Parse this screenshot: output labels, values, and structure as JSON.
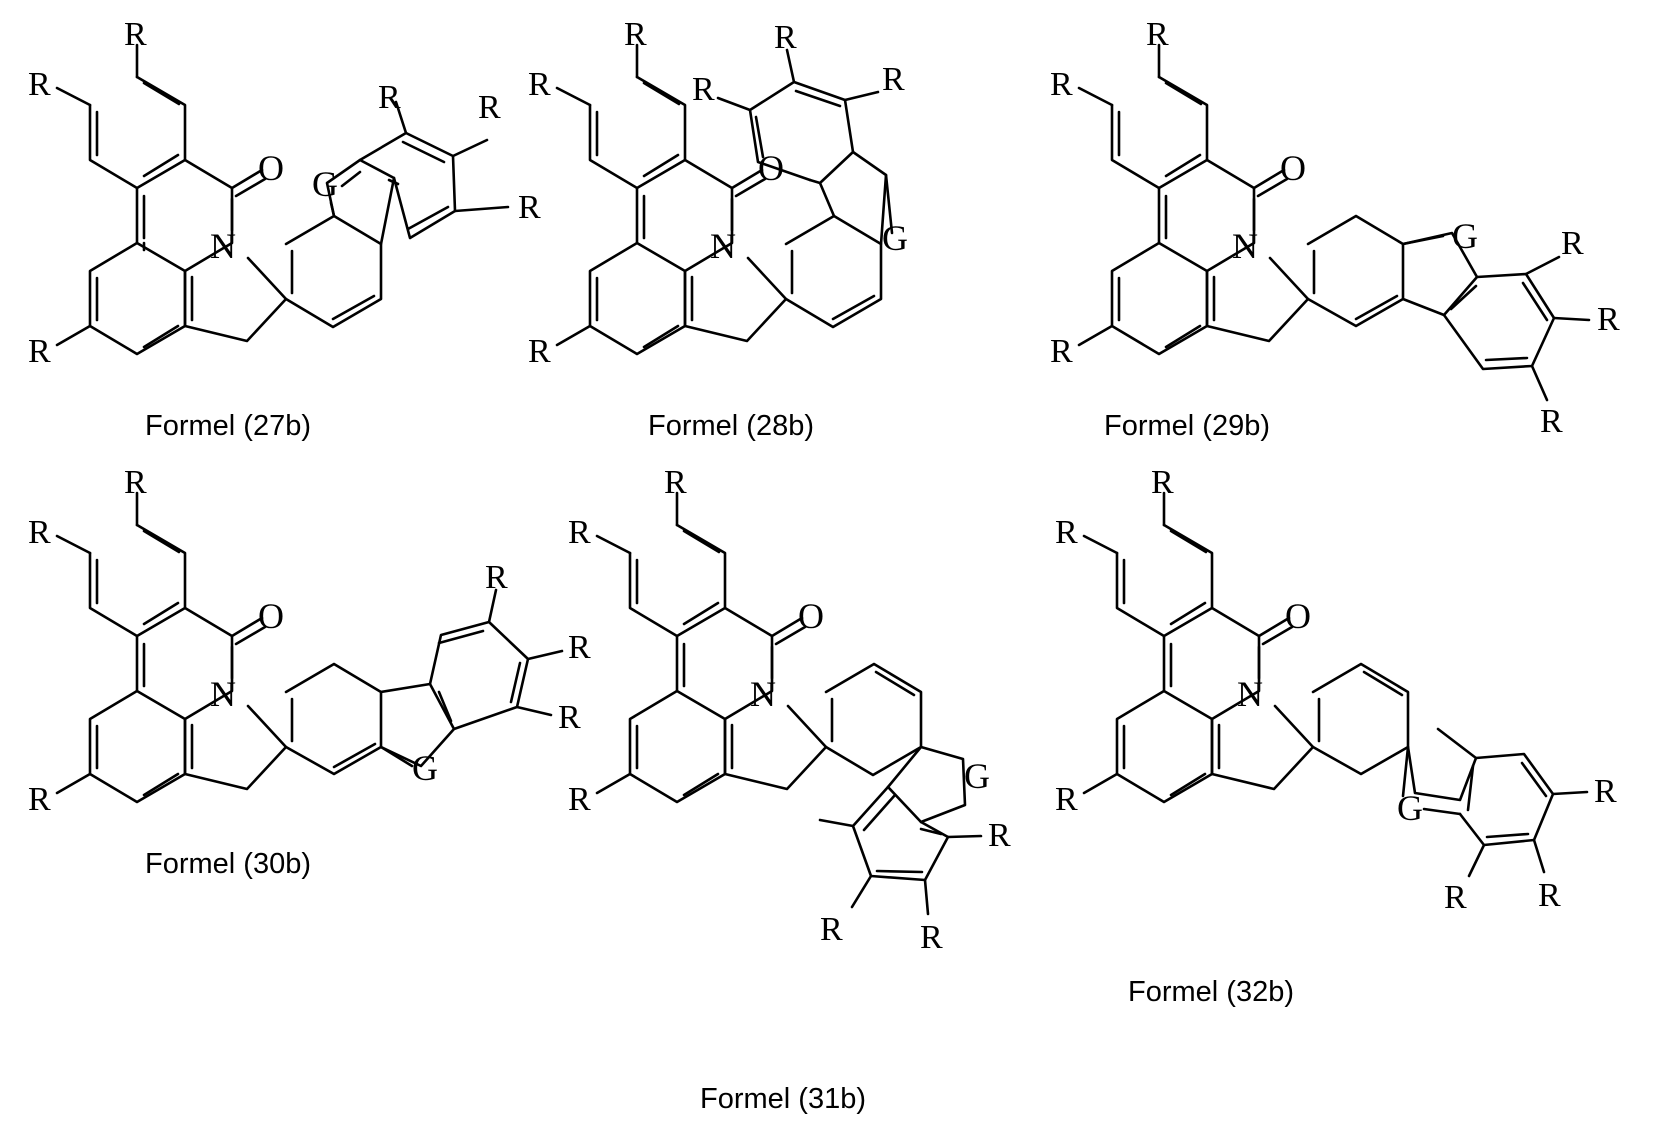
{
  "document": {
    "type": "chemical-structure-sheet",
    "background_color": "#ffffff",
    "line_color": "#000000",
    "structure_count": 6,
    "layout": "2 rows x 3 columns"
  },
  "labels": {
    "substituent": "R",
    "heteroatom_generic": "G",
    "nitrogen": "N",
    "oxygen": "O"
  },
  "structures": [
    {
      "id": "formel-27b",
      "caption": "Formel (27b)",
      "atom_labels": {
        "carbonyl_oxygen": "O",
        "ring_nitrogen": "N",
        "hetero_G": "G"
      },
      "r_groups": [
        "R",
        "R",
        "R",
        "R",
        "R",
        "R"
      ],
      "r_count": 6,
      "row": 1,
      "column": 1
    },
    {
      "id": "formel-28b",
      "caption": "Formel (28b)",
      "atom_labels": {
        "carbonyl_oxygen": "O",
        "ring_nitrogen": "N",
        "hetero_G": "G"
      },
      "r_groups": [
        "R",
        "R",
        "R",
        "R",
        "R",
        "R"
      ],
      "r_count": 6,
      "row": 1,
      "column": 2
    },
    {
      "id": "formel-29b",
      "caption": "Formel (29b)",
      "atom_labels": {
        "carbonyl_oxygen": "O",
        "ring_nitrogen": "N",
        "hetero_G": "G"
      },
      "r_groups": [
        "R",
        "R",
        "R",
        "R",
        "R",
        "R"
      ],
      "r_count": 6,
      "row": 1,
      "column": 3
    },
    {
      "id": "formel-30b",
      "caption": "Formel (30b)",
      "atom_labels": {
        "carbonyl_oxygen": "O",
        "ring_nitrogen": "N",
        "hetero_G": "G"
      },
      "r_groups": [
        "R",
        "R",
        "R",
        "R",
        "R",
        "R"
      ],
      "r_count": 6,
      "row": 2,
      "column": 1
    },
    {
      "id": "formel-31b",
      "caption": "Formel (31b)",
      "atom_labels": {
        "carbonyl_oxygen": "O",
        "ring_nitrogen": "N",
        "hetero_G": "G"
      },
      "r_groups": [
        "R",
        "R",
        "R",
        "R",
        "R",
        "R"
      ],
      "r_count": 6,
      "row": 2,
      "column": 2
    },
    {
      "id": "formel-32b",
      "caption": "Formel (32b)",
      "atom_labels": {
        "carbonyl_oxygen": "O",
        "ring_nitrogen": "N",
        "hetero_G": "G"
      },
      "r_groups": [
        "R",
        "R",
        "R",
        "R",
        "R",
        "R"
      ],
      "r_count": 6,
      "row": 2,
      "column": 3
    }
  ]
}
